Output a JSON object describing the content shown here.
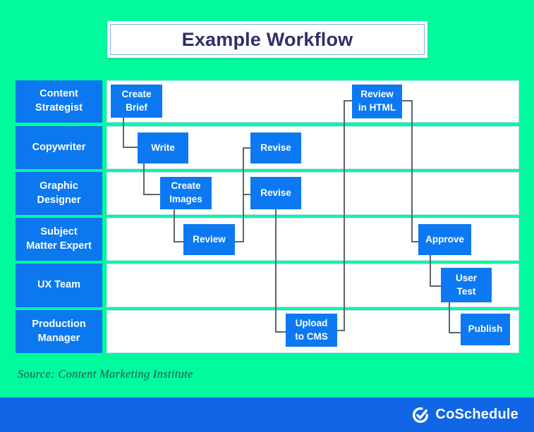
{
  "title": "Example Workflow",
  "source": "Source: Content Marketing Institute",
  "footer": {
    "brand": "CoSchedule",
    "logo": "coschedule-check-icon"
  },
  "lanes": [
    {
      "label": "Content Strategist"
    },
    {
      "label": "Copywriter"
    },
    {
      "label": "Graphic Designer"
    },
    {
      "label": "Subject Matter Expert"
    },
    {
      "label": "UX Team"
    },
    {
      "label": "Production Manager"
    }
  ],
  "tasks": [
    {
      "label": "Create Brief",
      "lane": "Content Strategist"
    },
    {
      "label": "Write",
      "lane": "Copywriter"
    },
    {
      "label": "Revise",
      "lane": "Copywriter"
    },
    {
      "label": "Create Images",
      "lane": "Graphic Designer"
    },
    {
      "label": "Revise",
      "lane": "Graphic Designer"
    },
    {
      "label": "Review",
      "lane": "Subject Matter Expert"
    },
    {
      "label": "Upload to CMS",
      "lane": "Production Manager"
    },
    {
      "label": "Review in HTML",
      "lane": "Content Strategist"
    },
    {
      "label": "Approve",
      "lane": "Subject Matter Expert"
    },
    {
      "label": "User Test",
      "lane": "UX Team"
    },
    {
      "label": "Publish",
      "lane": "Production Manager"
    }
  ],
  "connections": [
    [
      "Create Brief",
      "Write"
    ],
    [
      "Write",
      "Create Images"
    ],
    [
      "Create Images",
      "Review"
    ],
    [
      "Review",
      "Revise (Copywriter)"
    ],
    [
      "Review",
      "Revise (Graphic Designer)"
    ],
    [
      "Revise (Graphic Designer)",
      "Upload to CMS"
    ],
    [
      "Upload to CMS",
      "Review in HTML"
    ],
    [
      "Review in HTML",
      "Approve"
    ],
    [
      "Approve",
      "User Test"
    ],
    [
      "User Test",
      "Publish"
    ]
  ],
  "colors": {
    "background_green": "#00FB9E",
    "task_blue": "#0C79F2",
    "footer_blue": "#1166E6",
    "title_navy": "#2F2F6B",
    "connector_gray": "#5B656E",
    "source_text": "#20584F",
    "white": "#FFFFFF"
  }
}
